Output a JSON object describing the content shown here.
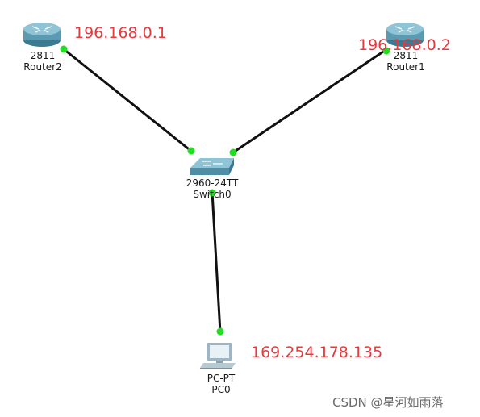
{
  "devices": {
    "router2": {
      "model": "2811",
      "name": "Router2",
      "ip": "196.168.0.1"
    },
    "router1": {
      "model": "2811",
      "name": "Router1",
      "ip": "196.168.0.2"
    },
    "switch0": {
      "model": "2960-24TT",
      "name": "Switch0"
    },
    "pc0": {
      "model": "PC-PT",
      "name": "PC0",
      "ip": "169.254.178.135"
    }
  },
  "colors": {
    "link": "#111111",
    "link_up": "#22dd22",
    "ip_text": "#e8393f",
    "device": "#4f8ea3"
  },
  "watermark": "CSDN @星河如雨落"
}
